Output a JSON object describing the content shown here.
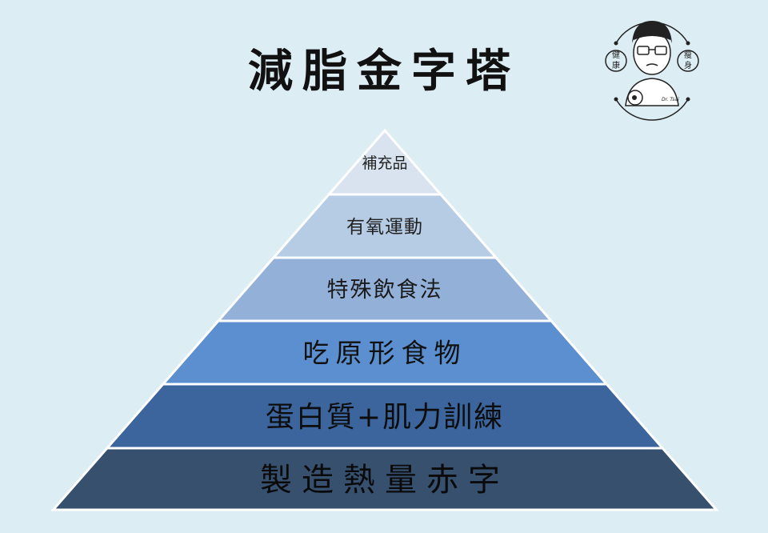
{
  "title": "減脂金字塔",
  "pyramid": {
    "levels": [
      {
        "label": "補充品",
        "color": "#d9e3f0",
        "text_color": "#222222"
      },
      {
        "label": "有氧運動",
        "color": "#b6cbe4",
        "text_color": "#222222"
      },
      {
        "label": "特殊飲食法",
        "color": "#93b1d8",
        "text_color": "#1a1a1a"
      },
      {
        "label": "吃原形食物",
        "color": "#5b8fd0",
        "text_color": "#111111"
      },
      {
        "label": "蛋白質+肌力訓練",
        "color": "#3b659c",
        "text_color": "#0d0d0d"
      },
      {
        "label": "製造熱量赤字",
        "color": "#36506e",
        "text_color": "#0a0a0a"
      }
    ]
  },
  "logo": {
    "left_chars": [
      "健",
      "康"
    ],
    "right_chars": [
      "瘦",
      "身"
    ],
    "signature": "Dr. Tsai"
  }
}
